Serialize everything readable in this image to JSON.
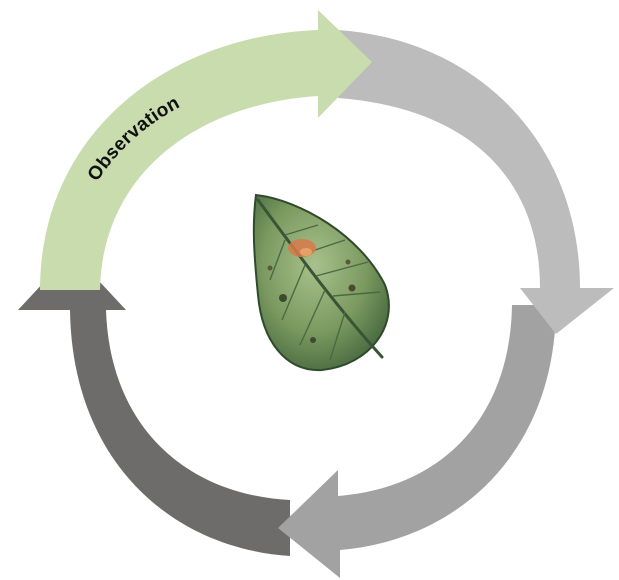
{
  "diagram": {
    "type": "cycle",
    "stages": [
      {
        "label": "Observation",
        "color": "#c8dcae"
      },
      {
        "label": "",
        "color": "#bcbcbc"
      },
      {
        "label": "",
        "color": "#a2a2a2"
      },
      {
        "label": "",
        "color": "#6e6b6b"
      }
    ],
    "center_image": "leaf-illustration"
  }
}
